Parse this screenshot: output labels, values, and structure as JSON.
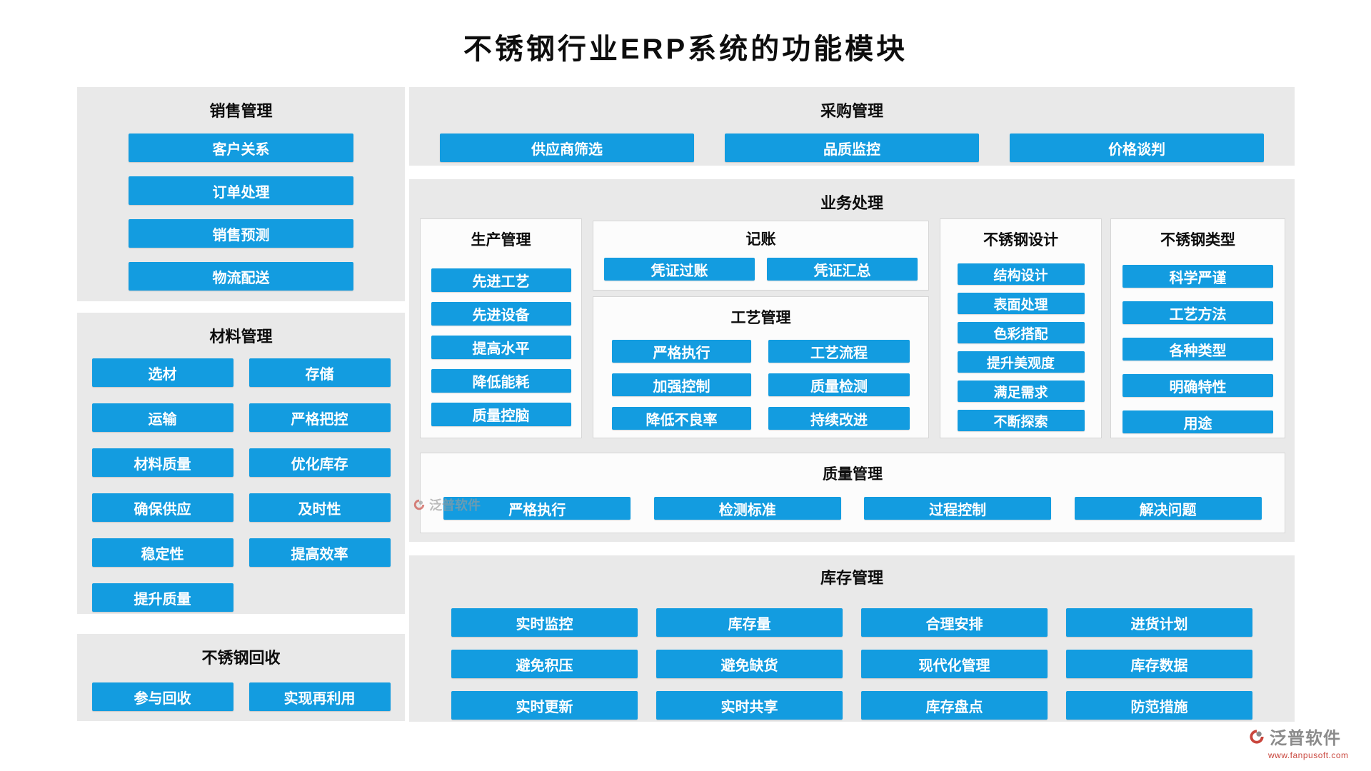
{
  "page": {
    "title": "不锈钢行业ERP系统的功能模块"
  },
  "colors": {
    "accent": "#139ce0",
    "panel": "#e9e9e9"
  },
  "panels": {
    "sales": {
      "title": "销售管理",
      "items": [
        "客户关系",
        "订单处理",
        "销售预测",
        "物流配送"
      ]
    },
    "material": {
      "title": "材料管理",
      "items": [
        "选材",
        "存储",
        "运输",
        "严格把控",
        "材料质量",
        "优化库存",
        "确保供应",
        "及时性",
        "稳定性",
        "提高效率",
        "提升质量"
      ]
    },
    "recycle": {
      "title": "不锈钢回收",
      "items": [
        "参与回收",
        "实现再利用"
      ]
    },
    "purchase": {
      "title": "采购管理",
      "items": [
        "供应商筛选",
        "品质监控",
        "价格谈判"
      ]
    },
    "business": {
      "title": "业务处理"
    },
    "production": {
      "title": "生产管理",
      "items": [
        "先进工艺",
        "先进设备",
        "提高水平",
        "降低能耗",
        "质量控脑"
      ]
    },
    "bookkeeping": {
      "title": "记账",
      "items": [
        "凭证过账",
        "凭证汇总"
      ]
    },
    "process": {
      "title": "工艺管理",
      "items": [
        "严格执行",
        "工艺流程",
        "加强控制",
        "质量检测",
        "降低不良率",
        "持续改进"
      ]
    },
    "design": {
      "title": "不锈钢设计",
      "items": [
        "结构设计",
        "表面处理",
        "色彩搭配",
        "提升美观度",
        "满足需求",
        "不断探索"
      ]
    },
    "type": {
      "title": "不锈钢类型",
      "items": [
        "科学严谨",
        "工艺方法",
        "各种类型",
        "明确特性",
        "用途"
      ]
    },
    "quality": {
      "title": "质量管理",
      "items": [
        "严格执行",
        "检测标准",
        "过程控制",
        "解决问题"
      ]
    },
    "inventory": {
      "title": "库存管理",
      "items": [
        "实时监控",
        "库存量",
        "合理安排",
        "进货计划",
        "避免积压",
        "避免缺货",
        "现代化管理",
        "库存数据",
        "实时更新",
        "实时共享",
        "库存盘点",
        "防范措施"
      ]
    }
  },
  "watermark": {
    "text": "泛普软件"
  },
  "footer": {
    "brand": "泛普软件",
    "url": "www.fanpusoft.com"
  }
}
